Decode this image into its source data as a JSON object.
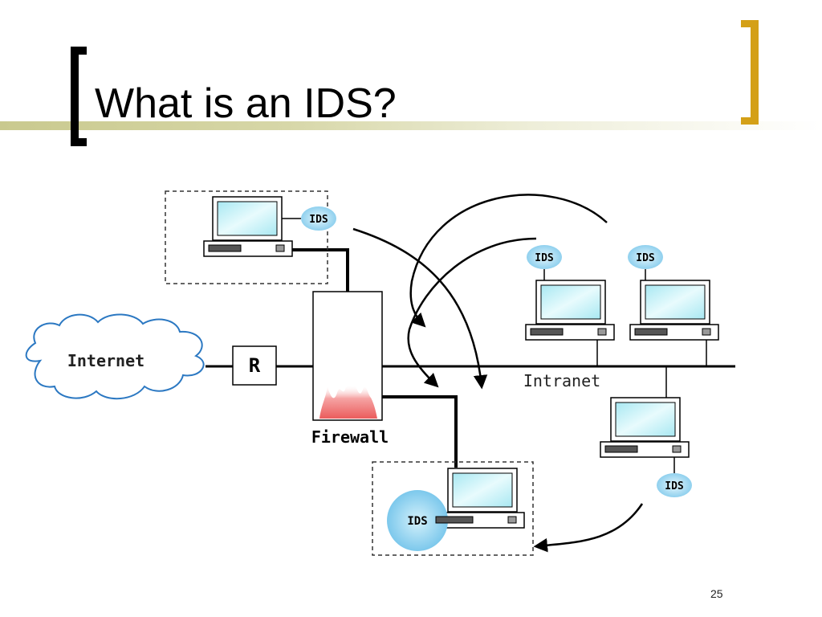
{
  "slide": {
    "title": "What is an IDS?",
    "page_number": "25"
  },
  "diagram": {
    "internet_label": "Internet",
    "router_label": "R",
    "firewall_label": "Firewall",
    "intranet_label": "Intranet",
    "ids_label": "IDS"
  },
  "colors": {
    "accent_bracket": "#d4a017",
    "title_bar": "#c9c98e",
    "ids_bubble": "#9ed8f0",
    "screen": "#c8f2f8",
    "firewall_flame": "#e04848"
  }
}
